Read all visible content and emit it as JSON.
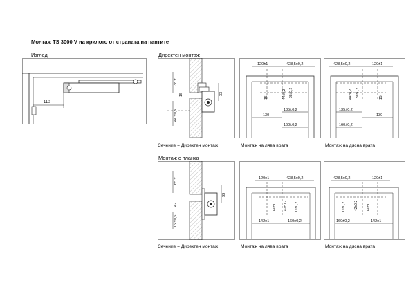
{
  "title": "Монтаж TS 3000 V на крилото от страната на пантите",
  "sections": {
    "view": "Изглед",
    "direct": "Директен монтаж",
    "plate": "Монтаж с планка"
  },
  "captions": {
    "direct_section": "Сечение = Директен монтаж",
    "direct_left": "Монтаж на лява врата",
    "direct_right": "Монтаж на дясна врата",
    "plate_section": "Сечение = Директен монтаж",
    "plate_left": "Монтаж на лява врата",
    "plate_right": "Монтаж на дясна врата"
  },
  "dimensions": {
    "view_110": "110",
    "d_38": "38 ±1",
    "d_15": "15",
    "d_33": "33",
    "d_44": "44 ±0,5",
    "d_120": "120±1",
    "d_428": "428,5±0,2",
    "d_130": "130",
    "d_135": "135±0,2",
    "d_160": "160±0,2",
    "d_44b": "44±0,2",
    "d_38b": "38±0,2",
    "p_65": "65 ±1",
    "p_42": "42",
    "p_33": "33",
    "p_16": "16 ±0,5",
    "p_16b": "16±0,2",
    "p_142": "142±1",
    "p_160": "160±0,2",
    "p_42b": "42±0,2",
    "p_60": "60±1"
  },
  "colors": {
    "line": "#222222",
    "frame": "#9a9a9a",
    "hatch": "#bdbdbd"
  }
}
